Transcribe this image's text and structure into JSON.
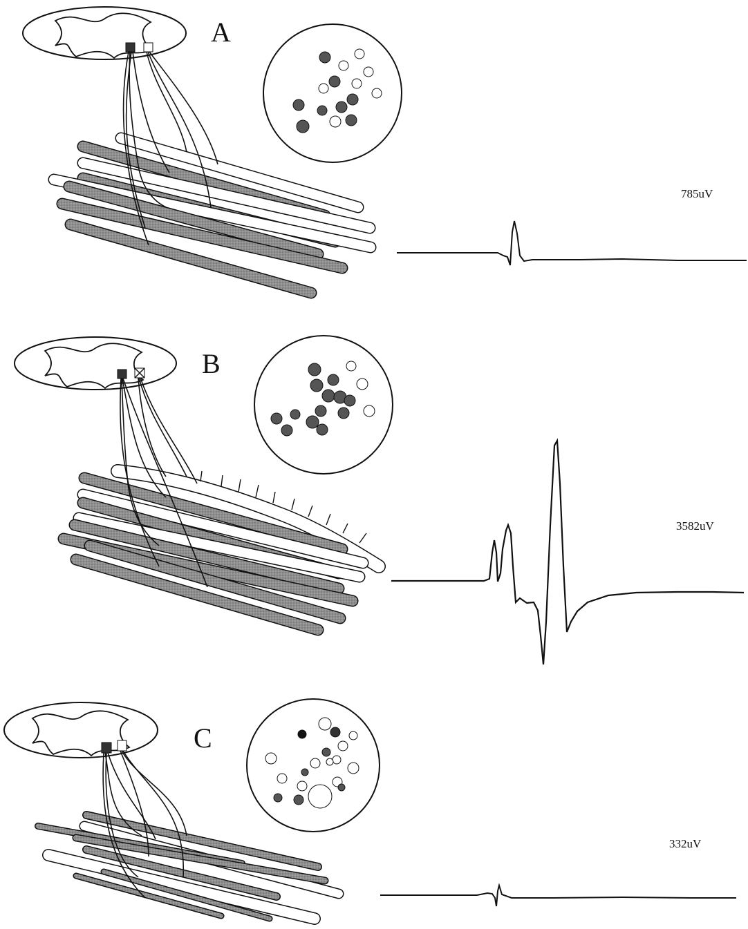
{
  "panels": [
    {
      "letter": "A",
      "amplitude": "785uV"
    },
    {
      "letter": "B",
      "amplitude": "3582uV"
    },
    {
      "letter": "C",
      "amplitude": "332uV"
    }
  ],
  "colors": {
    "ink": "#111111",
    "shaded_fiber": "#8a8a8a",
    "white_fiber": "#ffffff",
    "background": "#ffffff"
  }
}
